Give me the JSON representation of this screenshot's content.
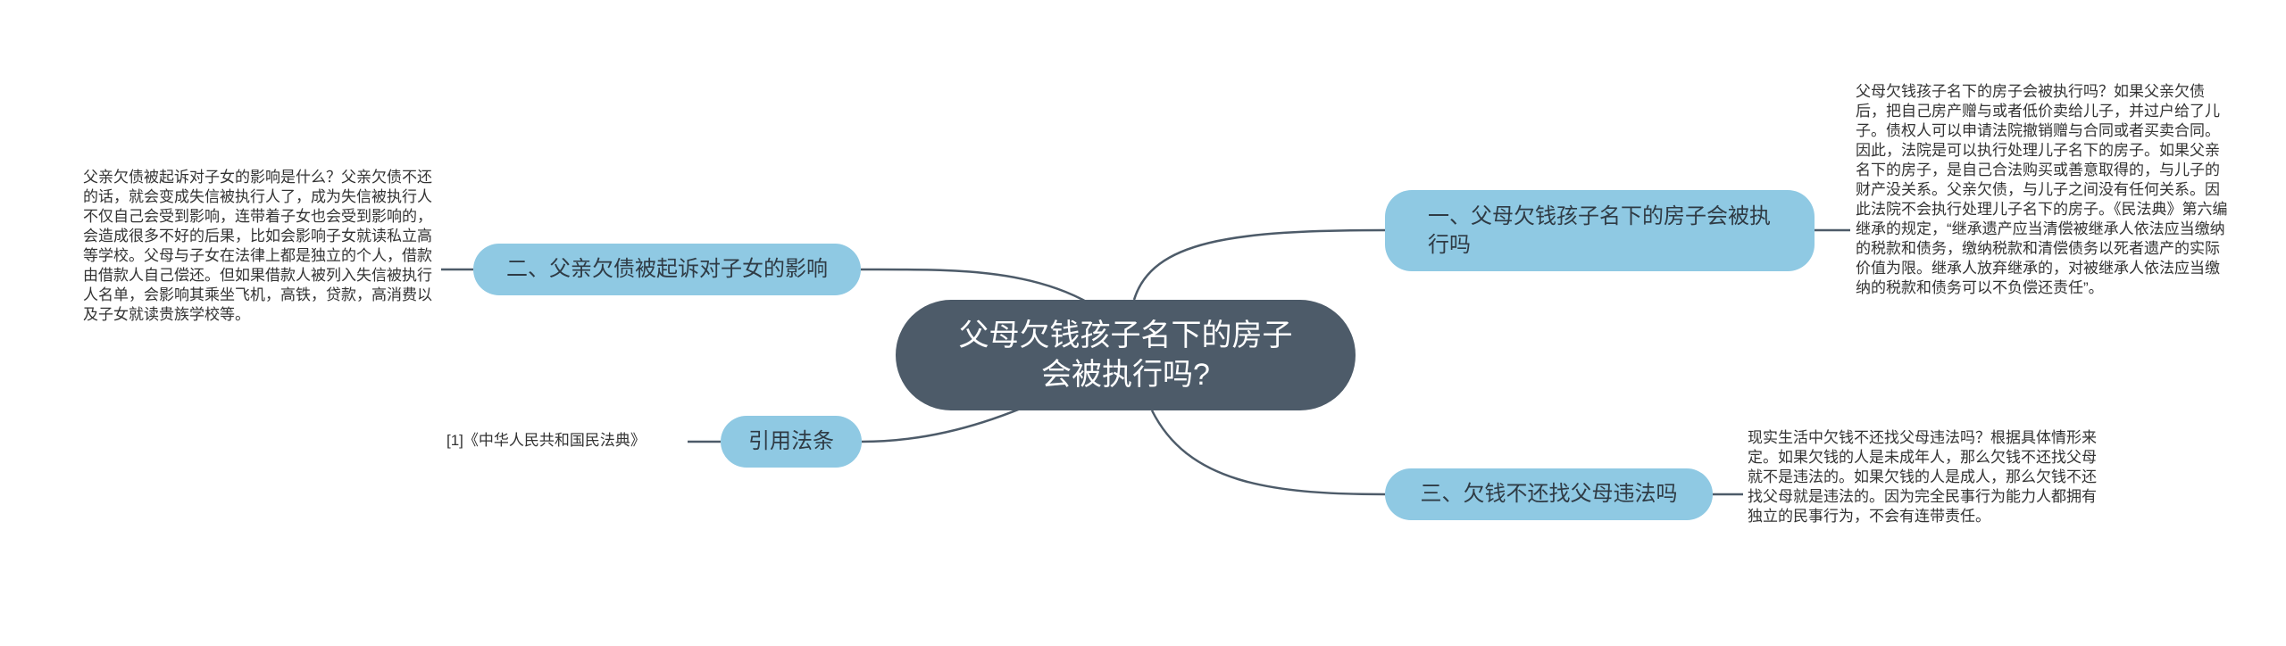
{
  "colors": {
    "center_fill": "#4d5b69",
    "branch_fill": "#8fc9e3",
    "line": "#4d5b69"
  },
  "center": {
    "title": "父母欠钱孩子名下的房子会被执行吗?"
  },
  "branches": [
    {
      "label": "一、父母欠钱孩子名下的房子会被执行吗",
      "note": "父母欠钱孩子名下的房子会被执行吗？如果父亲欠债后，把自己房产赠与或者低价卖给儿子，并过户给了儿子。债权人可以申请法院撤销赠与合同或者买卖合同。因此，法院是可以执行处理儿子名下的房子。如果父亲名下的房子，是自己合法购买或善意取得的，与儿子的财产没关系。父亲欠债，与儿子之间没有任何关系。因此法院不会执行处理儿子名下的房子。《民法典》第六编 继承的规定，“继承遗产应当清偿被继承人依法应当缴纳的税款和债务，缴纳税款和清偿债务以死者遗产的实际价值为限。继承人放弃继承的，对被继承人依法应当缴纳的税款和债务可以不负偿还责任”。"
    },
    {
      "label": "二、父亲欠债被起诉对子女的影响",
      "note": "父亲欠债被起诉对子女的影响是什么？父亲欠债不还的话，就会变成失信被执行人了，成为失信被执行人不仅自己会受到影响，连带着子女也会受到影响的，会造成很多不好的后果，比如会影响子女就读私立高等学校。父母与子女在法律上都是独立的个人，借款由借款人自己偿还。但如果借款人被列入失信被执行人名单，会影响其乘坐飞机，高铁，贷款，高消费以及子女就读贵族学校等。"
    },
    {
      "label": "引用法条",
      "note": "[1]《中华人民共和国民法典》"
    },
    {
      "label": "三、欠钱不还找父母违法吗",
      "note": "现实生活中欠钱不还找父母违法吗？根据具体情形来定。如果欠钱的人是未成年人，那么欠钱不还找父母就不是违法的。如果欠钱的人是成人，那么欠钱不还找父母就是违法的。因为完全民事行为能力人都拥有独立的民事行为，不会有连带责任。"
    }
  ]
}
